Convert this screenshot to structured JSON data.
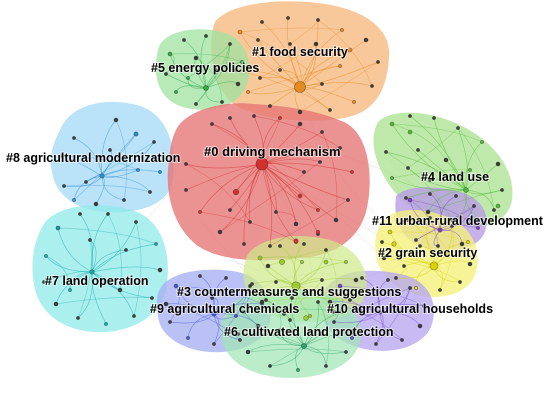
{
  "clusters": [
    {
      "id": "c0",
      "label": "#0 driving mechanism",
      "color": "#e57373",
      "node_color": "#d32f2f"
    },
    {
      "id": "c1",
      "label": "#1 food security",
      "color": "#f5b57a",
      "node_color": "#e58a1f"
    },
    {
      "id": "c2",
      "label": "#2 grain security",
      "color": "#f4f17a",
      "node_color": "#d9d400"
    },
    {
      "id": "c3",
      "label": "#3 countermeasures and suggestions",
      "color": "#cfe98a",
      "node_color": "#9ccc2d"
    },
    {
      "id": "c4",
      "label": "#4 land use",
      "color": "#a8e28e",
      "node_color": "#52b83a"
    },
    {
      "id": "c5",
      "label": "#5 energy policies",
      "color": "#9fe39f",
      "node_color": "#2fa84a"
    },
    {
      "id": "c6",
      "label": "#6 cultivated land protection",
      "color": "#a2e6b5",
      "node_color": "#2aa36a"
    },
    {
      "id": "c7",
      "label": "#7 land operation",
      "color": "#8fe9ea",
      "node_color": "#1aa9a9"
    },
    {
      "id": "c8",
      "label": "#8 agricultural modernization",
      "color": "#a3d8f5",
      "node_color": "#2e8fd1"
    },
    {
      "id": "c9",
      "label": "#9 agricultural chemicals",
      "color": "#a7b0f2",
      "node_color": "#4755d6"
    },
    {
      "id": "c10",
      "label": "#10 agricultural households",
      "color": "#b9a6f0",
      "node_color": "#6b45d3"
    },
    {
      "id": "c11",
      "label": "#11 urban-rural development",
      "color": "#b79be6",
      "node_color": "#7a3fc7"
    }
  ]
}
